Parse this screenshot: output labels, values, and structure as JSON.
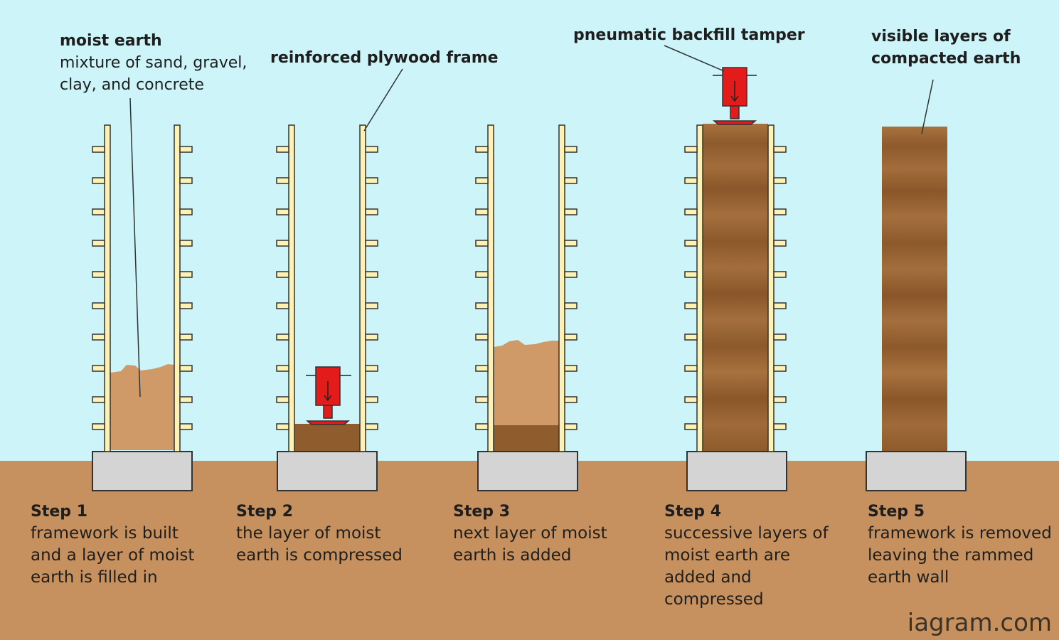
{
  "callouts": {
    "moist_earth": {
      "title": "moist earth",
      "desc": "mixture of sand, gravel,\nclay, and concrete"
    },
    "frame": {
      "title": "reinforced plywood frame"
    },
    "tamper": {
      "title": "pneumatic backfill tamper"
    },
    "layers": {
      "title": "visible layers of\ncompacted earth"
    }
  },
  "steps": [
    {
      "title": "Step 1",
      "desc": "framework is built\nand a layer of moist\nearth is filled in"
    },
    {
      "title": "Step 2",
      "desc": "the layer of moist\nearth is compressed"
    },
    {
      "title": "Step 3",
      "desc": "next layer of moist\nearth is added"
    },
    {
      "title": "Step 4",
      "desc": "successive layers of\nmoist earth are\nadded and\ncompressed"
    },
    {
      "title": "Step 5",
      "desc": "framework is removed\nleaving the rammed\nearth wall"
    }
  ],
  "watermark": "iagram.com",
  "colors": {
    "sky": "#cdf4f8",
    "ground": "#c6915f",
    "frame": "#fdf1b4",
    "loose_earth": "#d09a68",
    "compacted_dark": "#8f5c2d",
    "compacted_light": "#a8723f",
    "footing": "#d4d4d4",
    "tamper": "#e31b1b"
  }
}
